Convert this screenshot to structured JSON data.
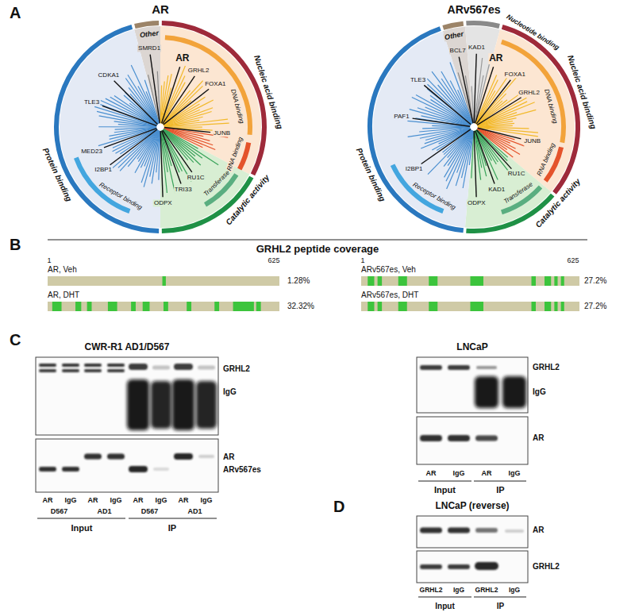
{
  "diagram": {
    "labels": [
      "A",
      "AR",
      "ARv567es",
      "Other",
      "Nucleic acid binding",
      "Protein binding",
      "Catalytic activity",
      "DNA binding",
      "RNA binding",
      "Transferase",
      "Receptor binding",
      "AR",
      "SMRD1",
      "CDKA1",
      "TLE3",
      "MED23",
      "I2BP1",
      "GRHL2",
      "FOXA1",
      "JUNB",
      "RU1C",
      "TRI33",
      "ODPX",
      "Other",
      "Nucleotide binding",
      "Nucleic acid binding",
      "Protein binding",
      "Catalytic activity",
      "DNA binding",
      "RNA binding",
      "Transferase",
      "Receptor binding",
      "AR",
      "BCL7",
      "KAD1",
      "TLE3",
      "PAF1",
      "I2BP1",
      "FOXA1",
      "GRHL2",
      "JUNB",
      "RU1C",
      "KAD1",
      "ODPX",
      "B",
      "GRHL2 peptide coverage",
      "1",
      "625",
      "AR, Veh",
      "1.28%",
      "AR, DHT",
      "32.32%",
      "1",
      "625",
      "ARv567es, Veh",
      "27.2%",
      "ARv567es, DHT",
      "27.2%",
      "C",
      "CWR-R1 AD1/D567",
      "GRHL2",
      "IgG",
      "AR",
      "ARv567es",
      "AR",
      "IgG",
      "AR",
      "IgG",
      "AR",
      "IgG",
      "AR",
      "IgG",
      "D567",
      "AD1",
      "D567",
      "AD1",
      "Input",
      "IP",
      "LNCaP",
      "GRHL2",
      "IgG",
      "AR",
      "AR",
      "IgG",
      "AR",
      "IgG",
      "Input",
      "IP",
      "D",
      "LNCaP (reverse)",
      "AR",
      "GRHL2",
      "GRHL2",
      "IgG",
      "GRHL2",
      "IgG",
      "Input",
      "IP"
    ]
  }
}
